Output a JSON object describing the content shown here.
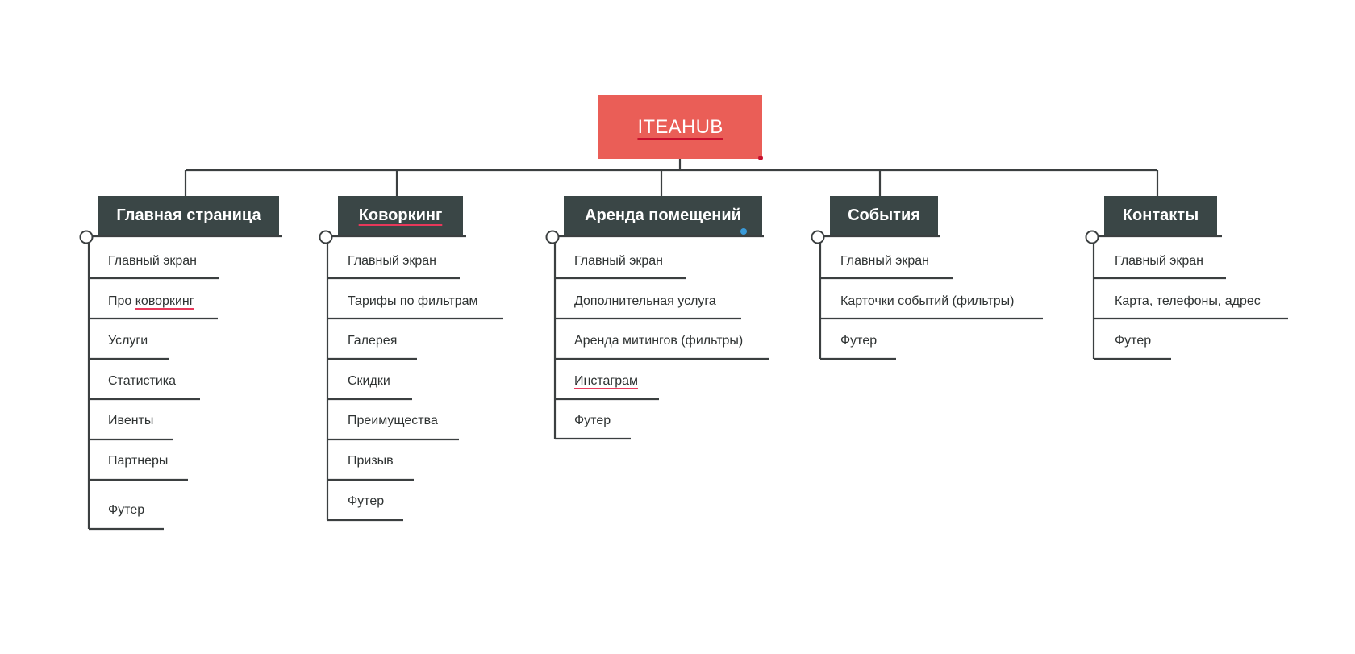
{
  "root": {
    "label": "ITEAHUB"
  },
  "categories": [
    {
      "label": "Главная страница",
      "items": [
        "Главный экран",
        "Про коворкинг",
        "Услуги",
        "Статистика",
        "Ивенты",
        "Партнеры",
        "Футер"
      ]
    },
    {
      "label": "Коворкинг",
      "items": [
        "Главный экран",
        "Тарифы по фильтрам",
        "Галерея",
        "Скидки",
        "Преимущества",
        "Призыв",
        "Футер"
      ]
    },
    {
      "label": "Аренда помещений",
      "items": [
        "Главный экран",
        "Дополнительная услуга",
        "Аренда митингов (фильтры)",
        "Инстаграм",
        "Футер"
      ]
    },
    {
      "label": "События",
      "items": [
        "Главный экран",
        "Карточки событий (фильтры)",
        "Футер"
      ]
    },
    {
      "label": "Контакты",
      "items": [
        "Главный экран",
        "Карта, телефоны, адрес",
        "Футер"
      ]
    }
  ],
  "colors": {
    "root_fill": "#ea5e57",
    "category_fill": "#3a4646",
    "line": "#3b3f40",
    "text": "#2f3333",
    "spellcheck_underline": "#e8385a"
  }
}
